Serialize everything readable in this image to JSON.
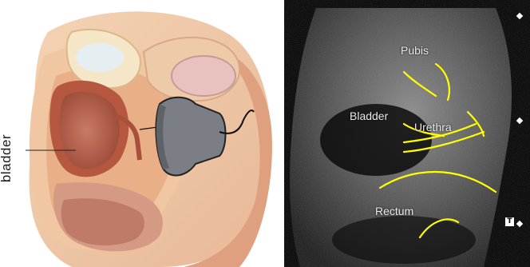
{
  "left": {
    "vertical_label": "bladder"
  },
  "right": {
    "labels": {
      "pubis": "Pubis",
      "bladder": "Bladder",
      "urethra": "Urethra",
      "rectum": "Rectum"
    },
    "annotation_color": "#ffff00",
    "scale_tag": "T"
  }
}
